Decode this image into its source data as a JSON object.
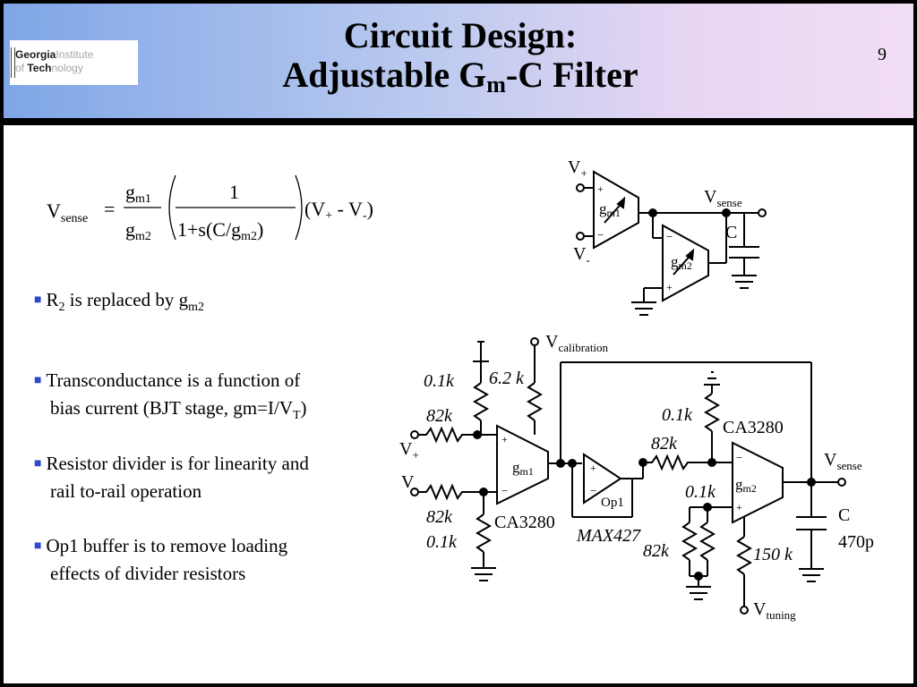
{
  "header": {
    "title_line1": "Circuit Design:",
    "title_line2_pre": "Adjustable G",
    "title_line2_sub": "m",
    "title_line2_post": "-C Filter",
    "page_number": "9",
    "logo": {
      "word1_bold": "Georgia",
      "word1_light": "Institute",
      "word2_pre": "of ",
      "word2_bold": "Tech",
      "word2_light": "nology"
    }
  },
  "equation": {
    "lhs": "V",
    "lhs_sub": "sense",
    "eq": "=",
    "g_num": "g",
    "g_num_sub": "m1",
    "g_den": "g",
    "g_den_sub": "m2",
    "frac_num": "1",
    "frac_den": "1+s(C/g",
    "frac_den_sub": "m2",
    "frac_den_close": ")",
    "tail_open": "(V",
    "tail_plus": "+",
    "tail_mid": " - V",
    "tail_minus": "-",
    "tail_close": ")"
  },
  "bullets": [
    {
      "text": "R",
      "sub1": "2",
      "text2": " is replaced by g",
      "sub2": "m2"
    },
    {
      "line1": "Transconductance is a function of",
      "line2": "bias current (BJT stage, gm=I/V",
      "sub": "T",
      "line2_end": ")"
    },
    {
      "line1": "Resistor divider is for linearity and",
      "line2": "rail to-rail operation"
    },
    {
      "line1": "Op1 buffer is to remove loading",
      "line2": "effects of divider resistors"
    }
  ],
  "top_circuit": {
    "v_plus": "V",
    "v_plus_sub": "+",
    "v_minus": "V",
    "v_minus_sub": "-",
    "v_sense": "V",
    "v_sense_sub": "sense",
    "cap": "C",
    "gm1": "g",
    "gm1_sub": "m1",
    "gm2": "g",
    "gm2_sub": "m2",
    "plus": "+",
    "minus": "−"
  },
  "bottom_circuit": {
    "v_cal": "V",
    "v_cal_sub": "calibration",
    "r_01k_a": "0.1k",
    "r_62k": "6.2 k",
    "r_82k_a": "82k",
    "v_plus": "V",
    "v_plus_sub": "+",
    "v_minus": "V",
    "v_minus_sub": "-",
    "r_82k_b": "82k",
    "r_01k_b": "0.1k",
    "gm1": "g",
    "gm1_sub": "m1",
    "ca3280_a": "CA3280",
    "op1": "Op1",
    "max427": "MAX427",
    "r_01k_c": "0.1k",
    "ca3280_b": "CA3280",
    "r_82k_c": "82k",
    "gm2": "g",
    "gm2_sub": "m2",
    "r_01k_d": "0.1k",
    "r_82k_d": "82k",
    "r_150k": "150 k",
    "v_sense": "V",
    "v_sense_sub": "sense",
    "cap": "C",
    "cap_val": "470p",
    "v_tuning": "V",
    "v_tuning_sub": "tuning",
    "plus": "+",
    "minus": "−"
  }
}
